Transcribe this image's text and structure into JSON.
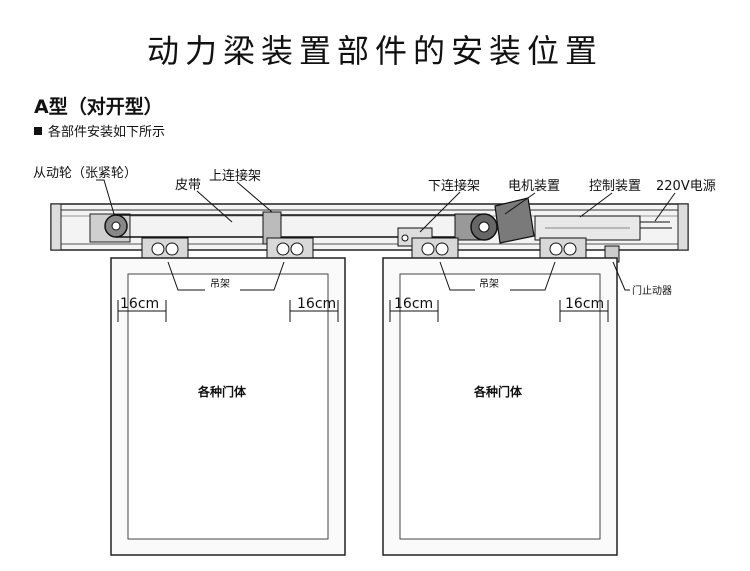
{
  "title": "动力梁装置部件的安装位置",
  "subtitle": "A型（对开型）",
  "note": "各部件安装如下所示",
  "labels": {
    "idler_wheel": "从动轮（张紧轮）",
    "belt": "皮带",
    "upper_bracket": "上连接架",
    "lower_bracket": "下连接架",
    "motor": "电机装置",
    "controller": "控制装置",
    "power": "220V电源",
    "hanger_left": "吊架",
    "hanger_right": "吊架",
    "door_stop": "门止动器",
    "door_left": "各种门体",
    "door_right": "各种门体"
  },
  "dimensions": {
    "d1": "16cm",
    "d2": "16cm",
    "d3": "16cm",
    "d4": "16cm"
  }
}
